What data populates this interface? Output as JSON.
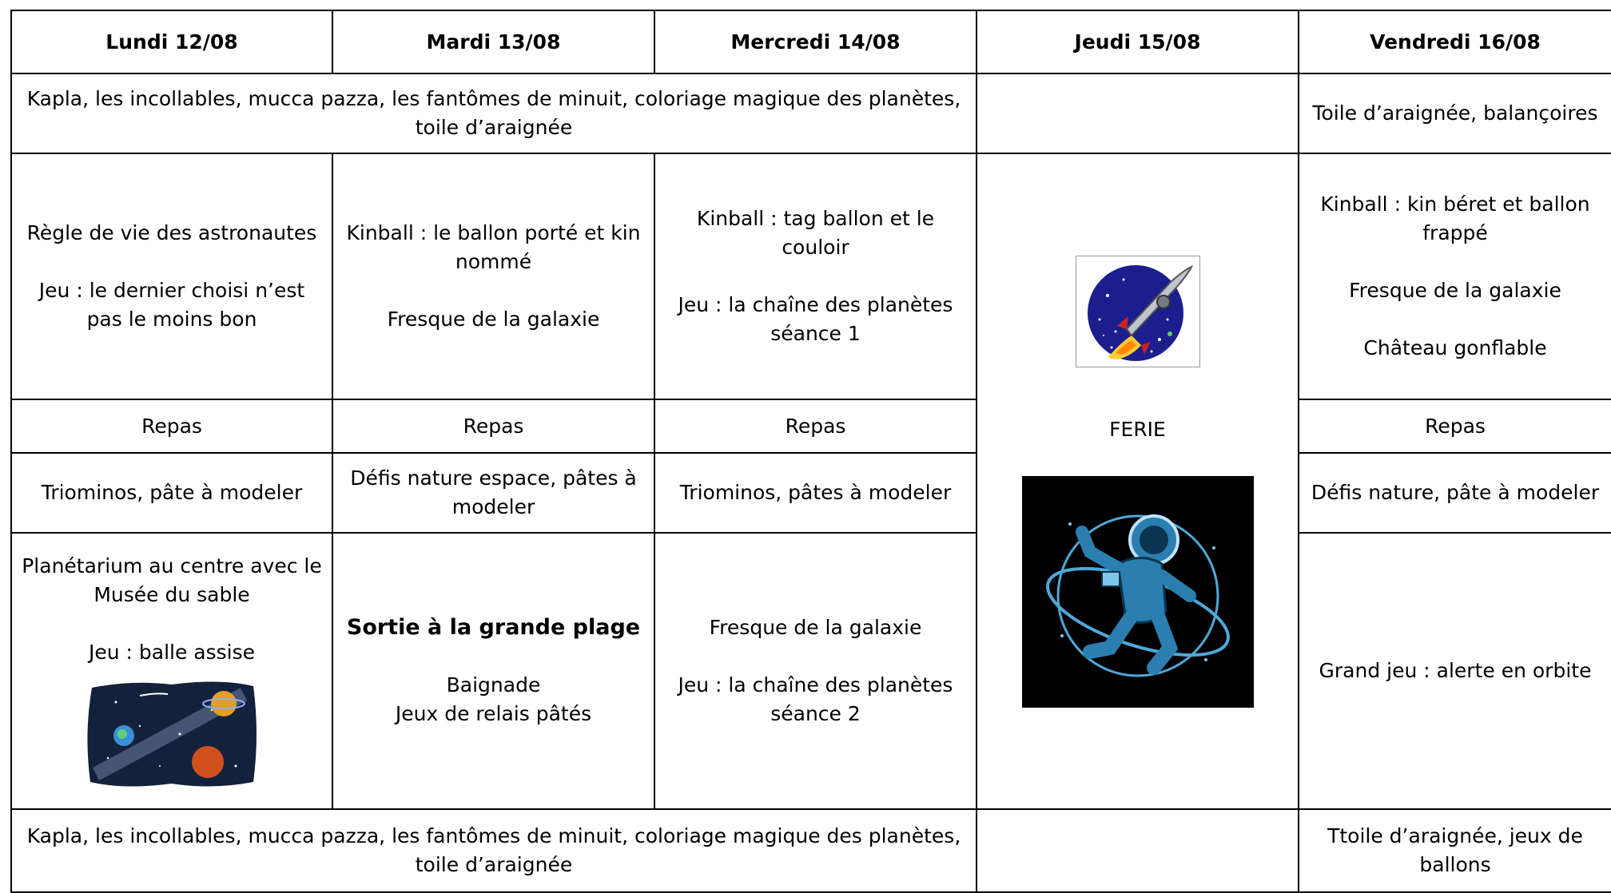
{
  "headers": [
    "Lundi 12/08",
    "Mardi 13/08",
    "Mercredi 14/08",
    "Jeudi 15/08",
    "Vendredi 16/08"
  ],
  "morning_free_play": {
    "mon_wed": "Kapla, les incollables, mucca pazza, les fantômes de minuit, coloriage magique des planètes, toile d’araignée",
    "fri": "Toile d’araignée, balançoires"
  },
  "morning_activities": {
    "mon": [
      "Règle de vie des astronautes",
      "Jeu : le dernier choisi n’est pas le moins bon"
    ],
    "tue": [
      "Kinball : le ballon porté et kin nommé",
      "Fresque de la galaxie"
    ],
    "wed": [
      "Kinball : tag ballon et le couloir",
      "Jeu : la chaîne des planètes séance 1"
    ],
    "fri": [
      "Kinball : kin béret et ballon frappé",
      "Fresque de la galaxie",
      "Château gonflable"
    ]
  },
  "thursday": {
    "label": "FERIE",
    "rocket_icon": "rocket-icon",
    "astronaut_icon": "astronaut-icon"
  },
  "lunch": {
    "mon": "Repas",
    "tue": "Repas",
    "wed": "Repas",
    "fri": "Repas"
  },
  "early_afternoon": {
    "mon": "Triominos, pâte à modeler",
    "tue": "Défis nature espace, pâtes à modeler",
    "wed": "Triominos, pâtes à modeler",
    "fri": "Défis nature, pâte à modeler"
  },
  "afternoon": {
    "mon": [
      "Planétarium au centre avec le Musée du sable",
      "Jeu : balle assise"
    ],
    "mon_icon": "galaxy-icon",
    "tue_title": "Sortie à la grande plage",
    "tue": [
      "Baignade",
      "Jeux de relais pâtés"
    ],
    "wed": [
      "Fresque de la galaxie",
      "Jeu : la chaîne des planètes séance 2"
    ],
    "fri": "Grand jeu : alerte en orbite"
  },
  "evening_free_play": {
    "mon_wed": "Kapla, les incollables, mucca pazza, les fantômes de minuit, coloriage magique des planètes, toile d’araignée",
    "fri": "Ttoile d’araignée, jeux de ballons"
  },
  "colors": {
    "border": "#000000",
    "rocket_bg": "#1b1e8c",
    "astronaut_bg": "#000000",
    "astronaut_line": "#4fa8d8"
  }
}
